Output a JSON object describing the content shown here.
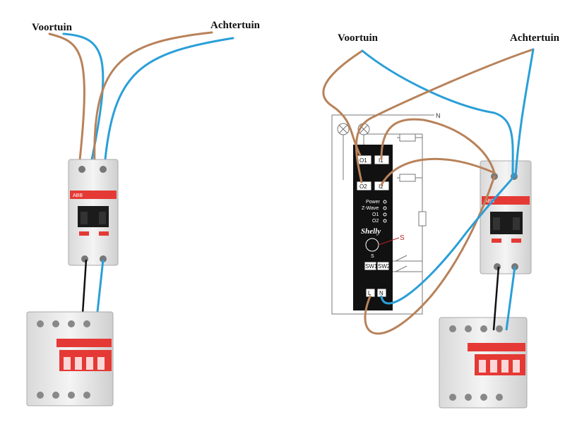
{
  "left_diagram": {
    "label_front": "Voortuin",
    "label_back": "Achtertuin"
  },
  "right_diagram": {
    "label_front": "Voortuin",
    "label_back": "Achtertuin"
  },
  "shelly": {
    "brand": "Shelly",
    "terminal_o1": "O1",
    "terminal_i1": "I1",
    "terminal_o2": "O2",
    "terminal_i2": "I2",
    "led_power": "Power",
    "led_zwave": "Z-Wave",
    "led_o1": "O1",
    "led_o2": "O2",
    "button_s": "S",
    "callout_s": "S",
    "sw1": "SW1",
    "sw2": "SW2",
    "terminal_l": "L",
    "terminal_n": "N",
    "neutral_label": "N"
  },
  "colors": {
    "brown_wire": "#b8825a",
    "blue_wire": "#2a9fd8",
    "black_wire": "#111111",
    "breaker_red": "#e53935",
    "device_black": "#111111"
  },
  "icons": [
    "breaker-icon",
    "lamp-icon",
    "fuse-icon",
    "switch-icon"
  ]
}
